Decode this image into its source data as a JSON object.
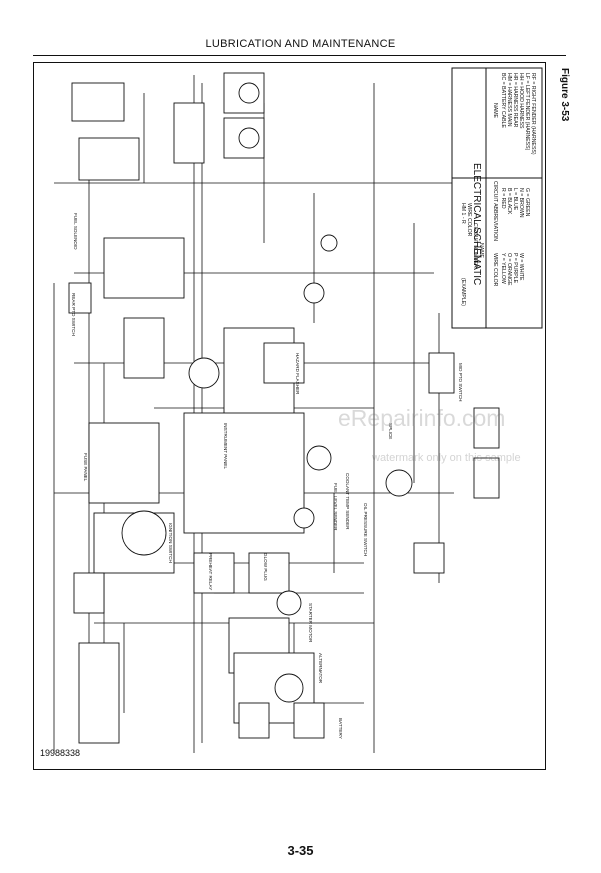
{
  "page": {
    "header": "LUBRICATION AND MAINTENANCE",
    "figure_label": "Figure 3-53",
    "part_number": "19988338",
    "page_number": "3-35"
  },
  "schematic": {
    "title": "ELECTRICAL SCHEMATIC",
    "legend": {
      "abbrev_header": "CIRCUIT ABBREVIATION",
      "name_header": "NAME",
      "abbreviations": [
        "BC = BATTERY CABLE",
        "HM = HARNESS MAIN",
        "HR = HARNESS REAR",
        "HH = HOOD HARNESS",
        "LF = LEFT FENDER (HARNESS)",
        "RF = RIGHT FENDER (HARNESS)"
      ],
      "wire_color_header": "WIRE COLOR",
      "wire_colors": [
        "R = RED",
        "B = BLACK",
        "L = BLUE",
        "N = BROWN",
        "G = GREEN",
        "Y = YELLOW",
        "O = ORANGE",
        "P = PURPLE",
        "W = WHITE"
      ],
      "example_code": "HM 1 - R",
      "example_notes": [
        "WIRE COLOR",
        "CIRCUIT NUMBER",
        "NAME",
        "(EXAMPLE)"
      ]
    },
    "components": [
      "BATTERY",
      "ALTERNATOR",
      "STARTER MOTOR",
      "FUEL SOLENOID",
      "IGNITION SWITCH",
      "FUSE PANEL",
      "INSTRUMENT PANEL",
      "HAZARD FLASHER",
      "COOLANT TEMP SENDER",
      "OIL PRESSURE SWITCH",
      "FUEL LEVEL SENDER",
      "PREHEAT RELAY",
      "GLOW PLUG",
      "MID PTO SWITCH",
      "REAR PTO SWITCH",
      "SPLICE"
    ]
  },
  "watermark": {
    "site": "eRepairinfo.com",
    "note": "watermark only on this sample"
  }
}
